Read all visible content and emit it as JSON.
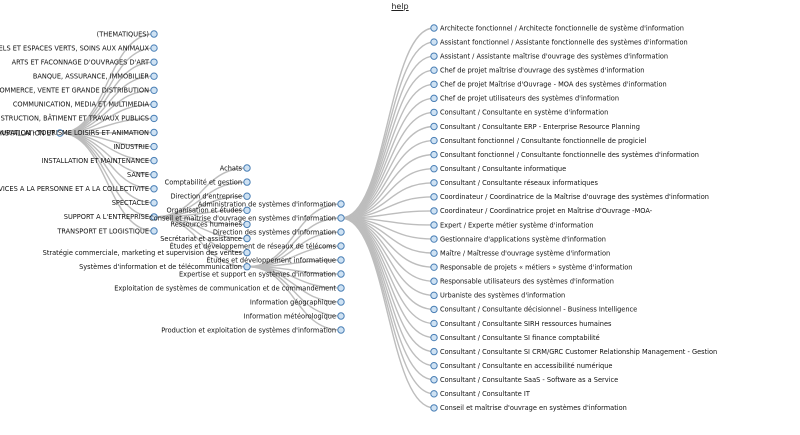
{
  "help_label": "help",
  "colors": {
    "link": "#bdbdbd",
    "node_fill": "#cfe2f3",
    "node_stroke": "#4a7fb5",
    "text": "#111111"
  },
  "root_label": "HÔTELLERIE - RESTAURATION - TOURISME LOISIRS ET ANIMATION",
  "overlap_label": "INSTALLATION ET",
  "domains": [
    "(THEMATIQUES)",
    "ESPACES NATURELS ET ESPACES VERTS, SOINS AUX ANIMAUX",
    "ARTS ET FACONNAGE D'OUVRAGES D'ART",
    "BANQUE, ASSURANCE, IMMOBILIER",
    "COMMERCE, VENTE ET GRANDE DISTRIBUTION",
    "COMMUNICATION, MEDIA ET MULTIMEDIA",
    "CONSTRUCTION, BÂTIMENT ET TRAVAUX PUBLICS",
    "HÔTELLERIE - RESTAURATION - TOURISME LOISIRS ET ANIMATION",
    "INDUSTRIE",
    "INSTALLATION ET MAINTENANCE",
    "SANTE",
    "SERVICES A LA PERSONNE ET A LA COLLECTIVITE",
    "SPECTACLE",
    "SUPPORT A L'ENTREPRISE",
    "TRANSPORT ET LOGISTIQUE"
  ],
  "support_children": [
    "Achats",
    "Comptabilité et gestion",
    "Direction d'entreprise",
    "Organisation et études",
    "Ressources humaines",
    "Secrétariat et assistance",
    "Stratégie commerciale, marketing et supervision des ventes",
    "Systèmes d'information et de télécommunication"
  ],
  "si_children": [
    "Administration de systèmes d'information",
    "Conseil et maîtrise d'ouvrage en systèmes d'information",
    "Direction des systèmes d'information",
    "Études et développement de réseaux de télécoms",
    "Études et développement informatique",
    "Expertise et support en systèmes d'information",
    "Exploitation de systèmes de communication et de commandement",
    "Information géographique",
    "Information météorologique",
    "Production et exploitation de systèmes d'information"
  ],
  "conseil_children": [
    "Architecte fonctionnel / Architecte fonctionnelle de système d'information",
    "Assistant fonctionnel / Assistante fonctionnelle des systèmes d'information",
    "Assistant / Assistante maîtrise d'ouvrage des systèmes d'information",
    "Chef de projet maîtrise d'ouvrage des systèmes d'information",
    "Chef de projet Maîtrise d'Ouvrage - MOA des systèmes d'information",
    "Chef de projet utilisateurs des systèmes d'information",
    "Consultant / Consultante en système d'information",
    "Consultant / Consultante ERP - Enterprise Resource Planning",
    "Consultant fonctionnel / Consultante fonctionnelle de progiciel",
    "Consultant fonctionnel / Consultante fonctionnelle des systèmes d'information",
    "Consultant / Consultante informatique",
    "Consultant / Consultante réseaux informatiques",
    "Coordinateur / Coordinatrice de la Maîtrise d'ouvrage des systèmes d'information",
    "Coordinateur / Coordinatrice projet en Maîtrise d'Ouvrage -MOA-",
    "Expert / Experte métier système d'information",
    "Gestionnaire d'applications système d'information",
    "Maître / Maîtresse d'ouvrage système d'information",
    "Responsable de projets « métiers » système d'information",
    "Responsable utilisateurs des systèmes d'information",
    "Urbaniste des systèmes d'information",
    "Consultant / Consultante décisionnel - Business Intelligence",
    "Consultant / Consultante SIRH ressources humaines",
    "Consultant / Consultante SI finance comptabilité",
    "Consultant / Consultante SI CRM/GRC Customer Relationship Management - Gestion",
    "Consultant / Consultante en accessibilité numérique",
    "Consultant / Consultante SaaS - Software as a Service",
    "Consultant / Consultante IT",
    "Conseil et maîtrise d'ouvrage en systèmes d'information"
  ]
}
